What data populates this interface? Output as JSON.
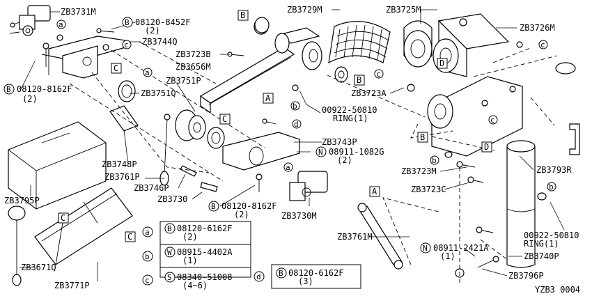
{
  "parts": {
    "zb3731m": "ZB3731M",
    "zb3729m": "ZB3729M",
    "zb3725m": "ZB3725M",
    "zb3726m": "ZB3726M",
    "bolt_8452f": "08120-8452F",
    "bolt_8452f_qty": "(2)",
    "zb3744q": "ZB3744Q",
    "zb3723b": "ZB3723B",
    "zb3656m": "ZB3656M",
    "bolt_8162f_left": "08120-8162F",
    "bolt_8162f_left_qty": "(2)",
    "zb3751p": "ZB3751P",
    "zb3751q": "ZB3751Q",
    "zb3723a": "ZB3723A",
    "ring_top": "00922-50810",
    "ring_top_label": "RING(1)",
    "zb3743p": "ZB3743P",
    "nut_1082g": "08911-1082G",
    "nut_1082g_qty": "(2)",
    "zb3748p": "ZB3748P",
    "zb3761p": "ZB3761P",
    "zb3746p": "ZB3746P",
    "zb3730": "ZB3730",
    "zb3795p": "ZB3795P",
    "bolt_8162f_mid": "08120-8162F",
    "bolt_8162f_mid_qty": "(2)",
    "zb3730m": "ZB3730M",
    "zb3723m": "ZB3723M",
    "zb3793r": "ZB3793R",
    "zb3723c": "ZB3723C",
    "zb3761m": "ZB3761M",
    "ring_right": "00922-50810",
    "ring_right_label": "RING(1)",
    "nut_2421a": "08911-2421A",
    "nut_2421a_qty": "(1)",
    "zb3740p": "ZB3740P",
    "zb3796p": "ZB3796P",
    "zb3671q": "ZB3671Q",
    "zb3771p": "ZB3771P"
  },
  "connectors": {
    "a": "A",
    "b": "B",
    "c": "C",
    "d": "D"
  },
  "legend": {
    "a": {
      "key": "a",
      "prefix": "B",
      "part": "08120-6162F",
      "qty": "(2)"
    },
    "b": {
      "key": "b",
      "prefix": "W",
      "part": "08915-4402A",
      "qty": "(1)"
    },
    "c": {
      "key": "c",
      "prefix": "S",
      "part": "08340-51008",
      "qty": "(4~6)"
    },
    "d": {
      "key": "d",
      "prefix": "B",
      "part": "08120-6162F",
      "qty": "(3)"
    }
  },
  "symbols": {
    "b": "B",
    "n": "N",
    "a": "a",
    "b_small": "b",
    "c_small": "c",
    "d_small": "d"
  },
  "diagram_code": "YZB3 0004"
}
